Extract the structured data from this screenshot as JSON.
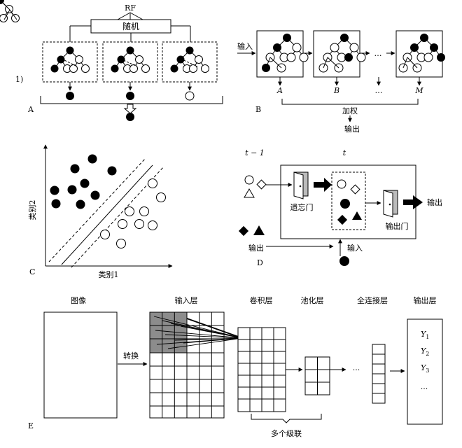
{
  "panel_labels": {
    "one": "1)",
    "a": "A",
    "b": "B",
    "c": "C",
    "d": "D",
    "e": "E"
  },
  "panel_a": {
    "rf": "RF",
    "random": "随机"
  },
  "panel_b": {
    "input": "输入",
    "ellipsis": "…",
    "out_a": "A",
    "out_b": "B",
    "out_dots": "…",
    "out_m": "M",
    "weighted": "加权",
    "output": "输出"
  },
  "panel_c": {
    "xlabel": "类别1",
    "ylabel": "类别2"
  },
  "panel_d": {
    "t_prev": "t − 1",
    "t": "t",
    "forget_gate": "遗忘门",
    "output_gate": "输出门",
    "output_right": "输出",
    "output_bottom": "输出",
    "input": "输入"
  },
  "panel_e": {
    "image": "图像",
    "input_layer": "输入层",
    "conv_layer": "卷积层",
    "pool_layer": "池化层",
    "fc_layer": "全连接层",
    "output_layer": "输出层",
    "convert": "转换",
    "fc_dots": "···",
    "y1": "Y",
    "y1_sub": "1",
    "y2": "Y",
    "y2_sub": "2",
    "y3": "Y",
    "y3_sub": "3",
    "y_dots": "...",
    "cascade": "多个级联"
  }
}
